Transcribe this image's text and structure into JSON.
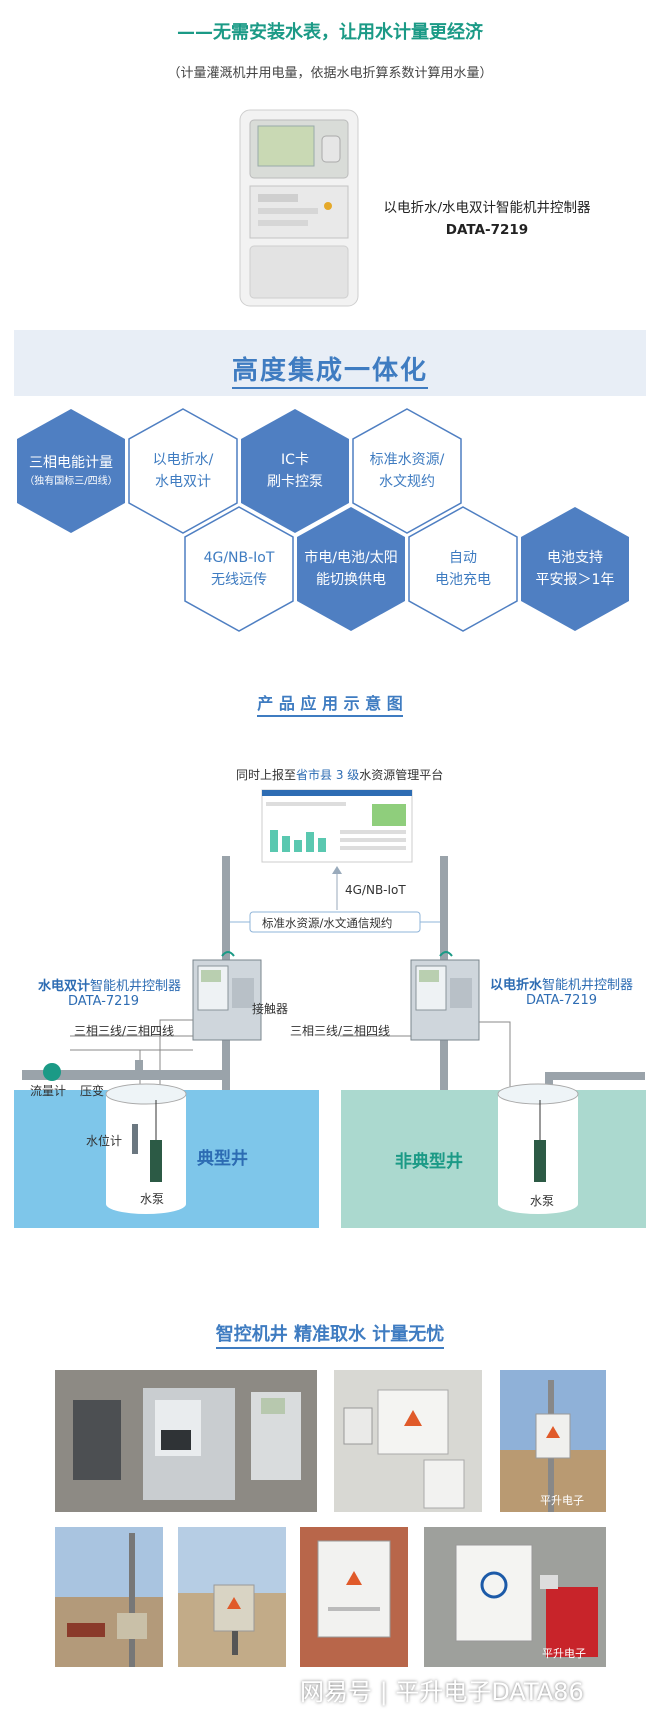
{
  "header": {
    "headline": "——无需安装水表，让用水计量更经济",
    "subline": "（计量灌溉机井用电量，依据水电折算系数计算用水量）",
    "product_name": "以电折水/水电双计智能机井控制器",
    "product_model": "DATA-7219"
  },
  "banner": {
    "title": "高度集成一体化"
  },
  "features": [
    {
      "line1": "三相电能计量",
      "line2": "（独有国标三/四线）"
    },
    {
      "line1": "以电折水/",
      "line2": "水电双计"
    },
    {
      "line1": "IC卡",
      "line2": "刷卡控泵"
    },
    {
      "line1": "标准水资源/",
      "line2": "水文规约"
    },
    {
      "line1": "4G/NB-IoT",
      "line2": "无线远传"
    },
    {
      "line1": "市电/电池/太阳",
      "line2": "能切换供电"
    },
    {
      "line1": "自动",
      "line2": "电池充电"
    },
    {
      "line1": "电池支持",
      "line2": "平安报＞1年"
    }
  ],
  "section1": {
    "title": "产 品 应 用 示 意 图"
  },
  "diagram": {
    "platform_prefix": "同时上报至",
    "platform_highlight": "省市县 3 级",
    "platform_suffix": "水资源管理平台",
    "network": "4G/NB-IoT",
    "protocol": "标准水资源/水文通信规约",
    "left_title_a": "水电双计",
    "left_title_b": "智能机井控制器",
    "left_model": "DATA-7219",
    "right_title_a": "以电折水",
    "right_title_b": "智能机井控制器",
    "right_model": "DATA-7219",
    "contactor": "接触器",
    "wire_left": "三相三线/三相四线",
    "wire_right": "三相三线/三相四线",
    "flowmeter": "流量计",
    "pressure": "压变",
    "level": "水位计",
    "pump_left": "水泵",
    "pump_right": "水泵",
    "well_typical": "典型井",
    "well_atypical": "非典型井"
  },
  "section2": {
    "title": "智控机井  精准取水  计量无忧"
  },
  "photos": {
    "label1": "平升电子",
    "label2": "平升电子"
  },
  "watermark": "网易号 | 平升电子DATA86",
  "colors": {
    "teal": "#1b9a86",
    "blue": "#3f7cc1",
    "well_blue": "#7ec6ea",
    "well_green": "#abd9cf"
  }
}
